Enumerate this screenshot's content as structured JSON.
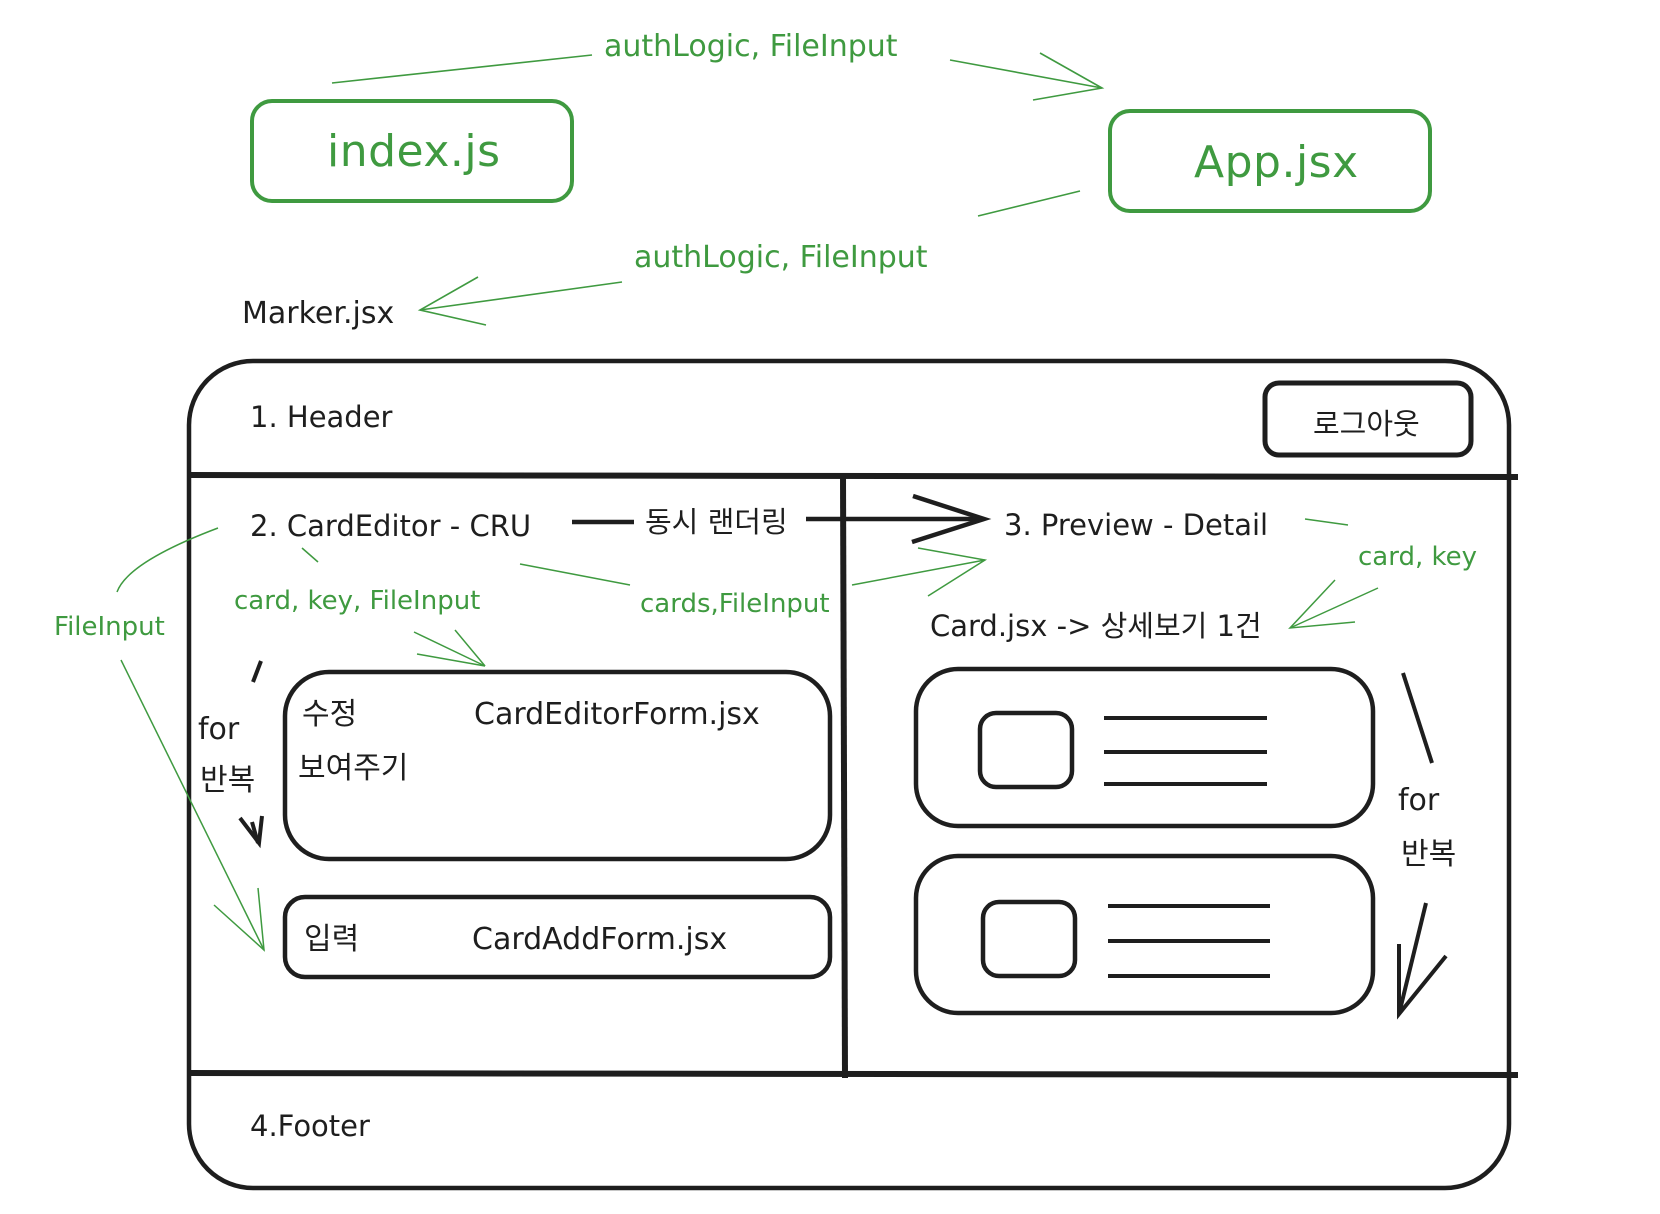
{
  "colors": {
    "green": "#3f9a40",
    "ink": "#1e1e1e",
    "background": "#ffffff"
  },
  "top": {
    "index_file": "index.js",
    "app_file": "App.jsx",
    "edge_to_app": "authLogic, FileInput",
    "edge_to_maker": "authLogic, FileInput",
    "maker_file": "Marker.jsx"
  },
  "layout": {
    "header": {
      "title": "1. Header",
      "logout_button": "로그아웃"
    },
    "editor": {
      "title": "2. CardEditor - CRU",
      "sync_render": "동시 랜더링",
      "edge_card_key": "card, key, FileInput",
      "edge_cards": "cards,FileInput",
      "edge_side": "FileInput",
      "loop_for": "for",
      "loop_repeat": "반복",
      "edit_form": {
        "label_edit": "수정",
        "label_show": "보여주기",
        "file": "CardEditorForm.jsx"
      },
      "add_form": {
        "label_input": "입력",
        "file": "CardAddForm.jsx"
      }
    },
    "preview": {
      "title": "3. Preview - Detail",
      "edge_card_key": "card, key",
      "card_caption": "Card.jsx -> 상세보기 1건",
      "loop_for": "for",
      "loop_repeat": "반복"
    },
    "footer": {
      "title": "4.Footer"
    }
  },
  "icons": [
    "card-thumbnail-icon",
    "card-text-lines-icon",
    "arrow-icon"
  ]
}
